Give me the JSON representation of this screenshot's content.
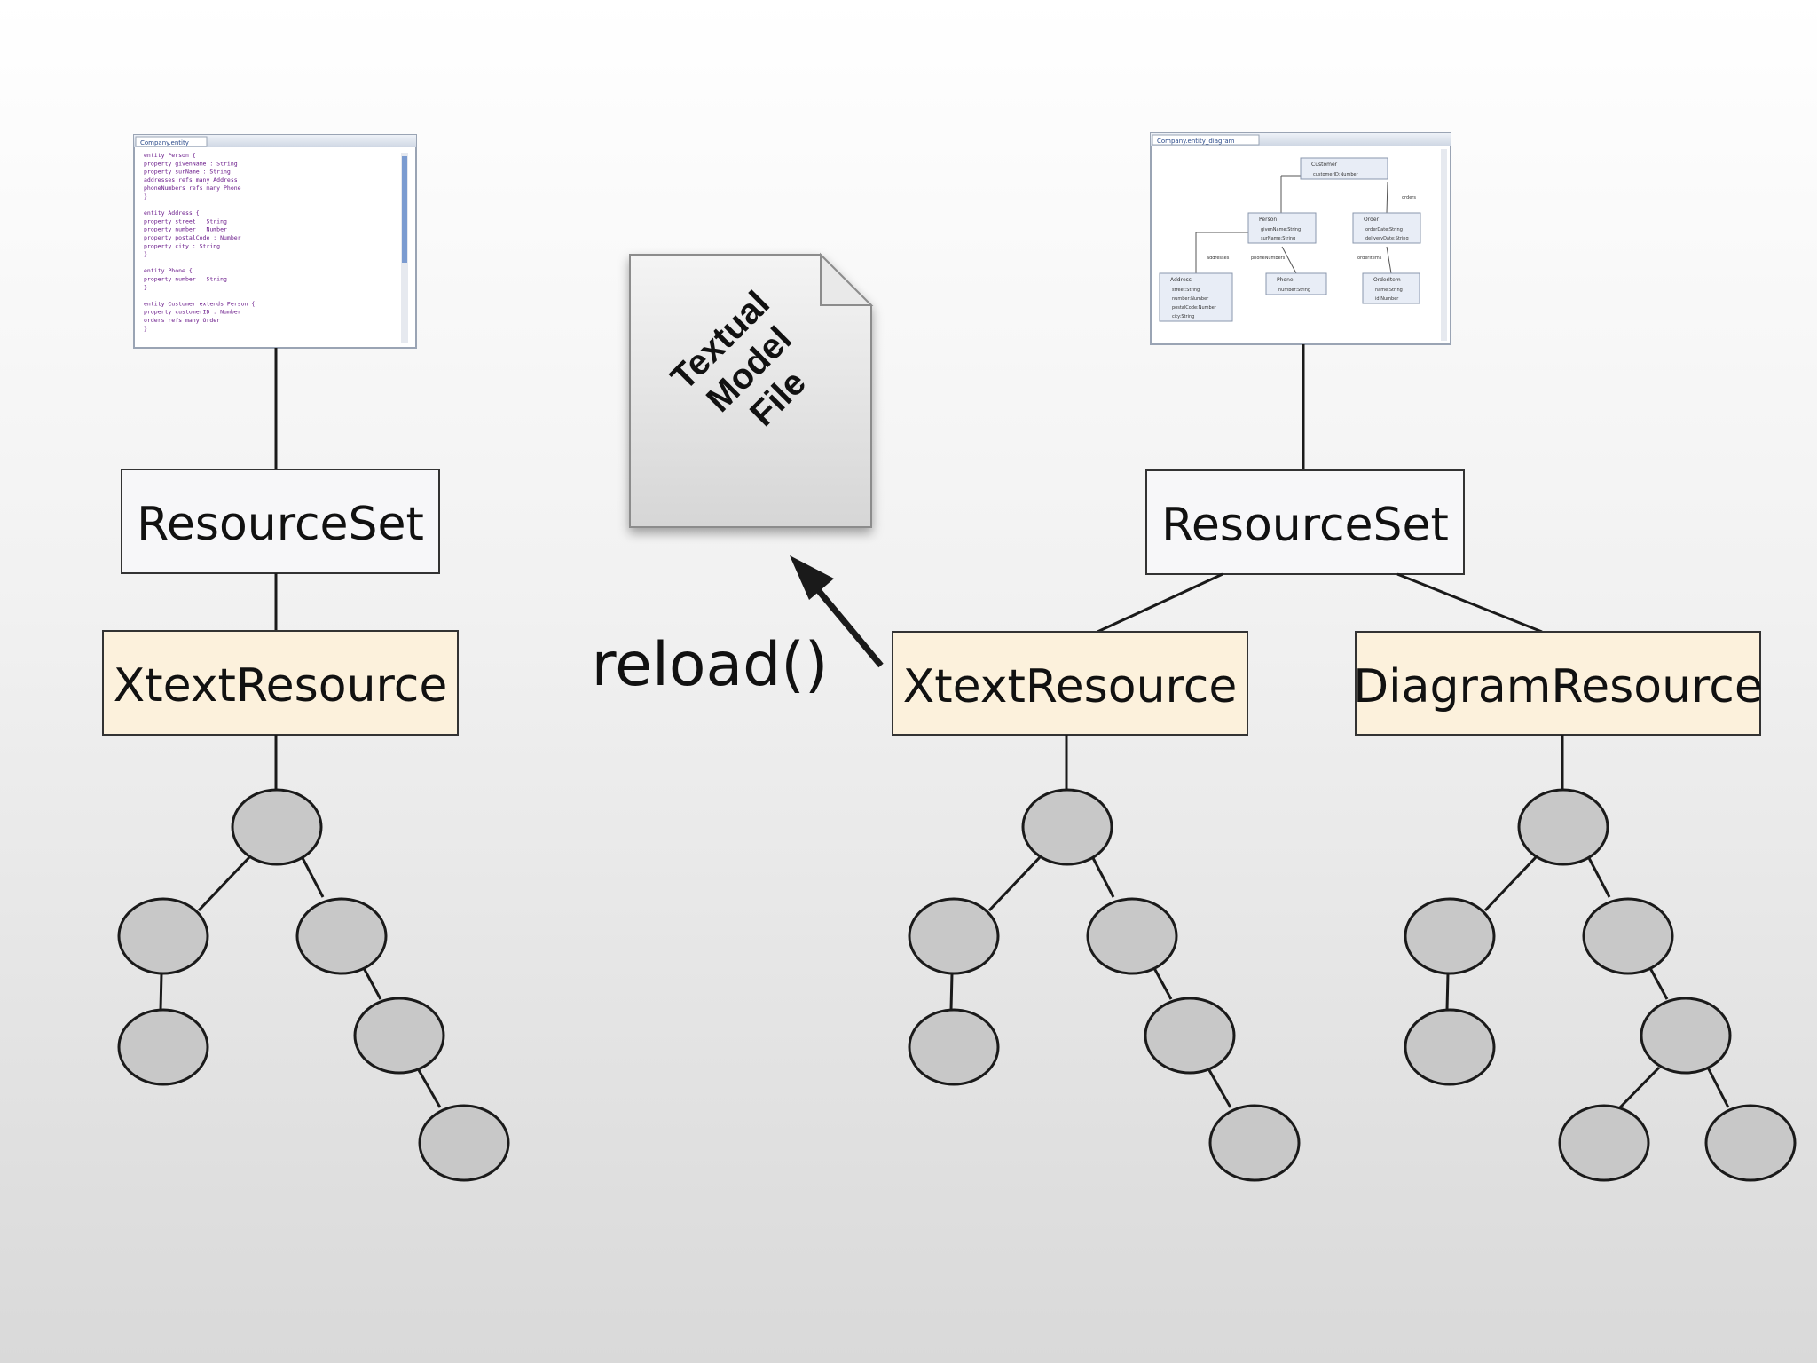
{
  "left": {
    "editor_title": "Company.entity",
    "code_lines": [
      "entity Person {",
      "  property givenName : String",
      "  property surName : String",
      "  addresses refs many Address",
      "  phoneNumbers refs many Phone",
      "}",
      "",
      "entity Address {",
      "  property street : String",
      "  property number : Number",
      "  property postalCode : Number",
      "  property city : String",
      "}",
      "",
      "entity Phone {",
      "  property number : String",
      "}",
      "",
      "entity Customer extends Person {",
      "  property customerID : Number",
      "  orders refs many Order",
      "}"
    ],
    "resource_set_label": "ResourceSet",
    "xtext_resource_label": "XtextResource"
  },
  "middle": {
    "file_lines": [
      "Textual",
      "Model",
      "File"
    ],
    "reload_label": "reload()"
  },
  "right": {
    "diagram_title": "Company.entity_diagram",
    "diagram_classes": [
      {
        "name": "Customer",
        "attrs": [
          "customerID:Number"
        ]
      },
      {
        "name": "Person",
        "attrs": [
          "givenName:String",
          "surName:String"
        ]
      },
      {
        "name": "Order",
        "attrs": [
          "orderDate:String",
          "deliveryDate:String"
        ]
      },
      {
        "name": "Address",
        "attrs": [
          "street:String",
          "number:Number",
          "postalCode:Number",
          "city:String"
        ]
      },
      {
        "name": "Phone",
        "attrs": [
          "number:String"
        ]
      },
      {
        "name": "OrderItem",
        "attrs": [
          "name:String",
          "id:Number"
        ]
      }
    ],
    "diagram_edges": [
      "orders",
      "addresses",
      "phoneNumbers",
      "orderItems"
    ],
    "resource_set_label": "ResourceSet",
    "xtext_resource_label": "XtextResource",
    "diagram_resource_label": "DiagramResource"
  },
  "colors": {
    "resource_set_fill": "#f7f7f9",
    "resource_fill": "#fcf1dc",
    "node_fill": "#c8c8c8",
    "line": "#1a1a1a"
  }
}
